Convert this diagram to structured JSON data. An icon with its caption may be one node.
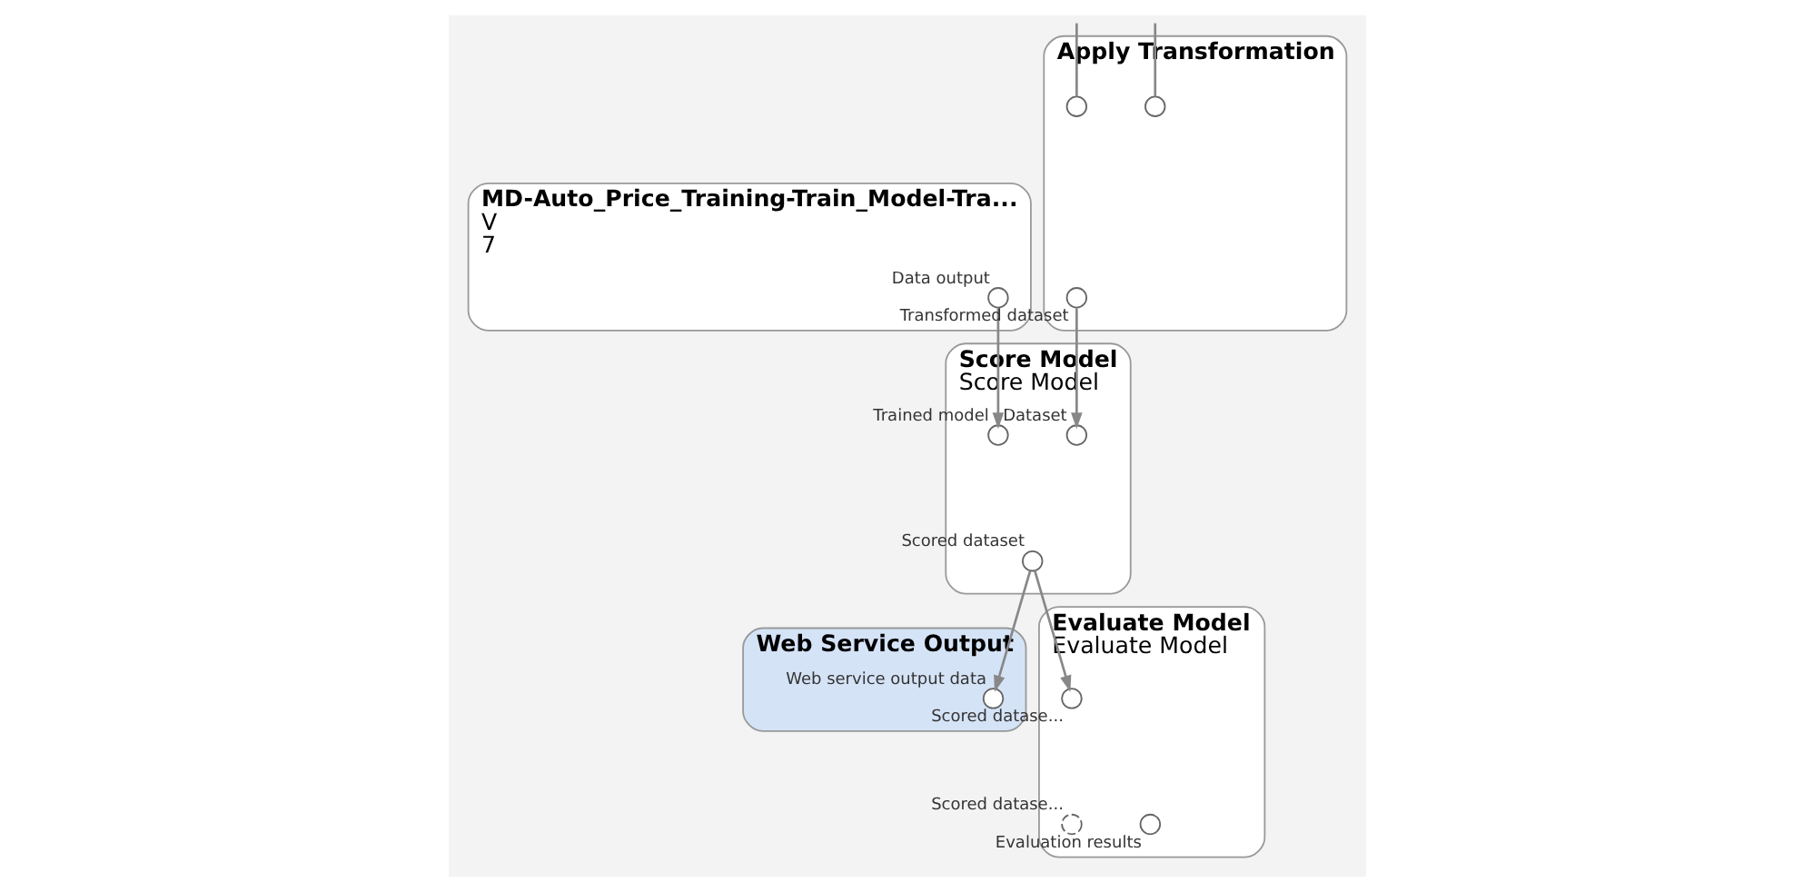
{
  "diagram": {
    "nodes": [
      {
        "text": [
          "MD-Auto_Price_Training-Train_Model-Tra...",
          "V",
          "7"
        ]
      },
      {
        "text": [],
        "shape": "circle",
        "beside": [
          "Data output"
        ],
        "in": 0
      },
      {
        "text": [
          "Apply Transformation"
        ]
      },
      {
        "text": [],
        "shape": "circle",
        "in": 2
      },
      {
        "text": [],
        "shape": "circle",
        "in": 2
      },
      {
        "text": [],
        "shape": "circle",
        "beside": [
          "Transformed dataset"
        ],
        "in": 2
      },
      {
        "text": [
          "Score Model",
          "Score Model"
        ]
      },
      {
        "text": [],
        "shape": "circle",
        "beside": [
          "Trained model"
        ],
        "in": 6
      },
      {
        "text": [],
        "shape": "circle",
        "beside": [
          "Dataset"
        ],
        "in": 6
      },
      {
        "text": [],
        "shape": "circle",
        "beside": [
          "Scored dataset"
        ],
        "in": 6
      },
      {
        "text": [
          "Web Service Output"
        ]
      },
      {
        "text": [],
        "shape": "circle",
        "beside": [
          "Web service output data"
        ],
        "in": 10
      },
      {
        "text": [
          "Evaluate Model",
          "Evaluate Model"
        ]
      },
      {
        "text": [],
        "shape": "circle",
        "beside": [
          "Scored datase..."
        ],
        "in": 12
      },
      {
        "text": [],
        "shape": "circle",
        "beside": [
          "Scored datase..."
        ],
        "in": 12
      },
      {
        "text": [],
        "shape": "circle",
        "beside": [
          "Evaluation results"
        ],
        "in": 12
      }
    ],
    "edges": [
      {
        "from": null,
        "to": 3,
        "arrow": "none"
      },
      {
        "from": null,
        "to": 4,
        "arrow": "none"
      },
      {
        "from": 1,
        "to": 7,
        "arrow": "to"
      },
      {
        "from": 5,
        "to": 8,
        "arrow": "to"
      },
      {
        "from": 9,
        "to": 11,
        "arrow": "to"
      },
      {
        "from": 9,
        "to": 13,
        "arrow": "to"
      }
    ]
  }
}
